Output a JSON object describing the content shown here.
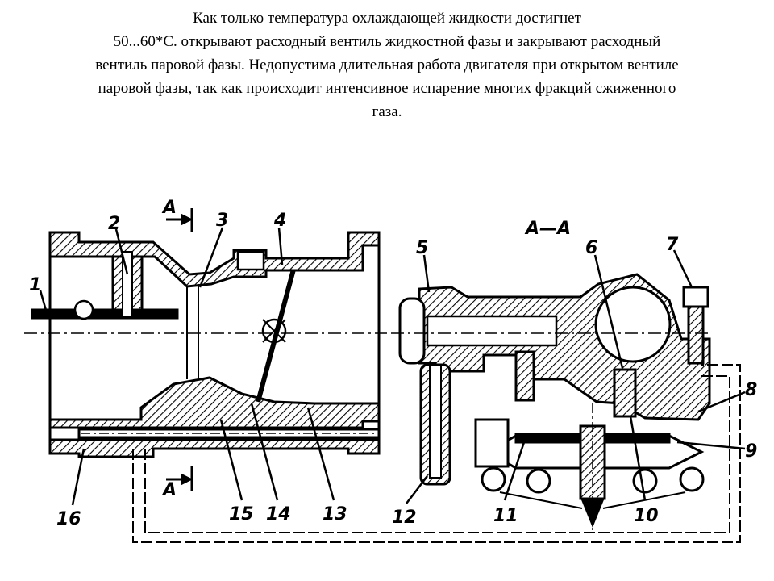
{
  "caption": {
    "lines": [
      "Как только температура охлаждающей жидкости достигнет",
      "50...60*С. открывают расходный вентиль жидкостной фазы и закрывают расходный",
      "вентиль паровой фазы. Недопустима длительная работа двигателя при открытом вентиле",
      "паровой фазы, так как происходит интенсивное испарение многих фракций сжиженного",
      "газа."
    ]
  },
  "diagram": {
    "section_marker": "A",
    "section_title": "А—А",
    "callouts": {
      "c1": "1",
      "c2": "2",
      "c3": "3",
      "c4": "4",
      "c5": "5",
      "c6": "6",
      "c7": "7",
      "c8": "8",
      "c9": "9",
      "c10": "10",
      "c11": "11",
      "c12": "12",
      "c13": "13",
      "c14": "14",
      "c15": "15",
      "c16": "16"
    }
  }
}
